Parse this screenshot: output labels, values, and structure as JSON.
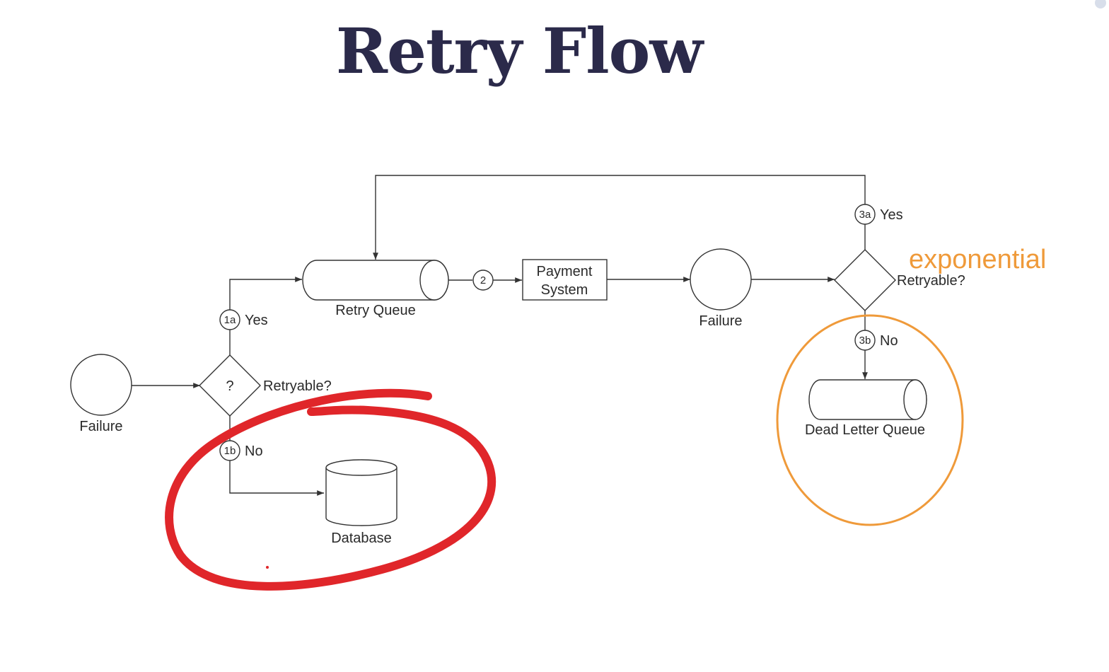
{
  "title": "Retry Flow",
  "colors": {
    "title": "#2b2a4a",
    "line": "#333333",
    "red_annotation": "#e0262a",
    "orange_annotation": "#ef9a3a"
  },
  "nodes": {
    "failure_start": "Failure",
    "decision_1_symbol": "?",
    "decision_1": "Retryable?",
    "retry_queue": "Retry Queue",
    "payment_line1": "Payment",
    "payment_line2": "System",
    "failure_mid": "Failure",
    "decision_3": "Retryable?",
    "database": "Database",
    "dead_letter_queue": "Dead Letter Queue"
  },
  "edges": {
    "step_1a": {
      "num": "1a",
      "label": "Yes"
    },
    "step_1b": {
      "num": "1b",
      "label": "No"
    },
    "step_2": {
      "num": "2"
    },
    "step_3a": {
      "num": "3a",
      "label": "Yes"
    },
    "step_3b": {
      "num": "3b",
      "label": "No"
    }
  },
  "annotations": {
    "exponential": "exponential"
  }
}
